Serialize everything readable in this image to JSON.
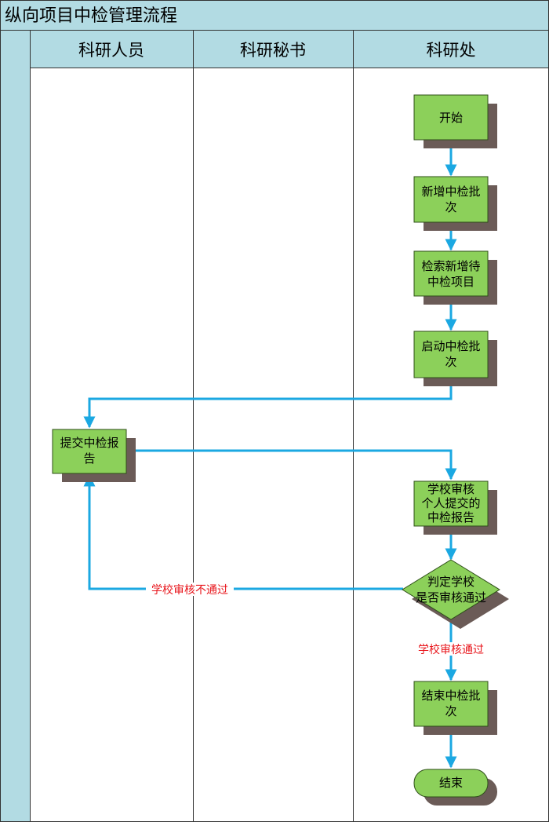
{
  "title": "纵向项目中检管理流程",
  "lanes": [
    "科研人员",
    "科研秘书",
    "科研处"
  ],
  "nodes": {
    "start": "开始",
    "new_batch": [
      "新增中检批",
      "次"
    ],
    "search": [
      "检索新增待",
      "中检项目"
    ],
    "launch": [
      "启动中检批",
      "次"
    ],
    "submit": [
      "提交中检报",
      "告"
    ],
    "review": [
      "学校审核",
      "个人提交的",
      "中检报告"
    ],
    "decision": [
      "判定学校",
      "是否审核通过"
    ],
    "finish": [
      "结束中检批",
      "次"
    ],
    "end": "结束"
  },
  "edges": {
    "reject_label": "学校审核不通过",
    "pass_label": "学校审核通过"
  },
  "colors": {
    "header_bg": "#b2dbe3",
    "node_fill": "#8cd05a",
    "node_stroke": "#2f4f1a",
    "shadow": "#6b5b57",
    "connector": "#1ba8e2",
    "edge_label": "#e8151b"
  }
}
